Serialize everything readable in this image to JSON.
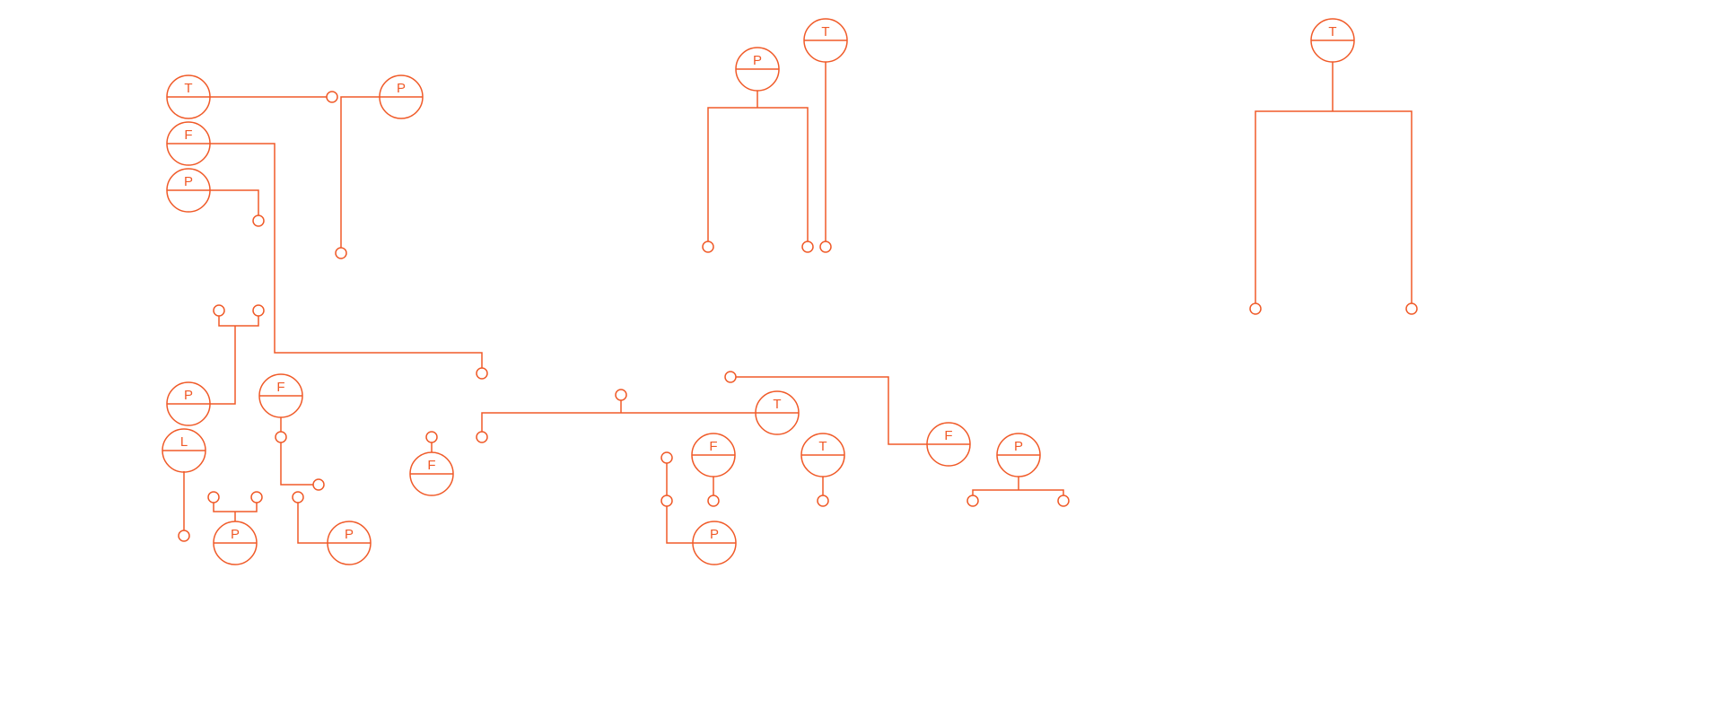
{
  "diagram": {
    "stroke_color": "#f05a28",
    "gauges": [
      {
        "label": "T"
      },
      {
        "label": "F"
      },
      {
        "label": "P"
      },
      {
        "label": "P"
      },
      {
        "label": "L"
      },
      {
        "label": "F"
      },
      {
        "label": "F"
      },
      {
        "label": "P"
      },
      {
        "label": "P"
      },
      {
        "label": "T"
      },
      {
        "label": "T"
      },
      {
        "label": "T"
      },
      {
        "label": "F"
      },
      {
        "label": "F"
      },
      {
        "label": "T"
      },
      {
        "label": "P"
      },
      {
        "label": "P"
      },
      {
        "label": "P"
      },
      {
        "label": "P"
      }
    ]
  }
}
